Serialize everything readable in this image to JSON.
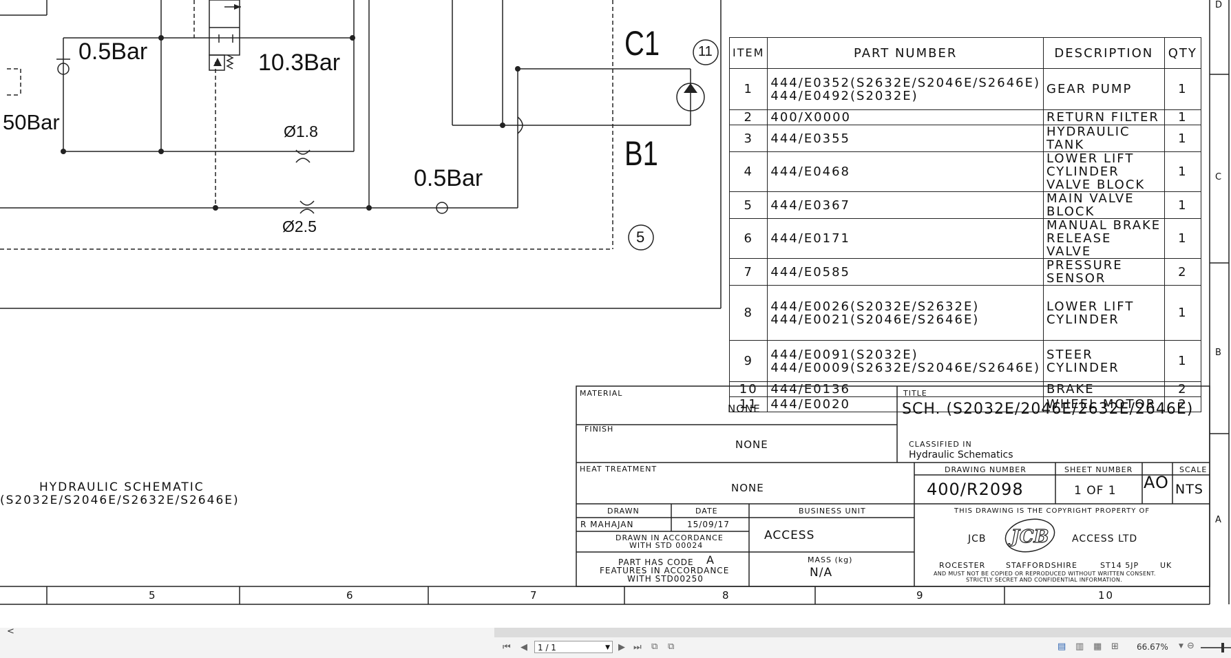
{
  "schematic": {
    "pressure_1": "0.5Bar",
    "pressure_2": "10.3Bar",
    "pressure_3": "50Bar",
    "pressure_4": "0.5Bar",
    "orifice_1": "Ø1.8",
    "orifice_2": "Ø2.5",
    "port_c1": "C1",
    "port_b1": "B1",
    "balloon_11": "11",
    "balloon_5": "5",
    "caption_line1": "HYDRAULIC SCHEMATIC",
    "caption_line2": "(S2032E/S2046E/S2632E/S2646E)"
  },
  "parts_table": {
    "headers": [
      "ITEM",
      "PART NUMBER",
      "DESCRIPTION",
      "QTY"
    ],
    "rows": [
      {
        "item": "1",
        "part": "444/E0352(S2632E/S2046E/S2646E) 444/E0492(S2032E)",
        "desc": "GEAR PUMP",
        "qty": "1"
      },
      {
        "item": "2",
        "part": "400/X0000",
        "desc": "RETURN FILTER",
        "qty": "1"
      },
      {
        "item": "3",
        "part": "444/E0355",
        "desc": "HYDRAULIC TANK",
        "qty": "1"
      },
      {
        "item": "4",
        "part": "444/E0468",
        "desc": "LOWER LIFT CYLINDER VALVE BLOCK",
        "qty": "1"
      },
      {
        "item": "5",
        "part": "444/E0367",
        "desc": "MAIN VALVE BLOCK",
        "qty": "1"
      },
      {
        "item": "6",
        "part": "444/E0171",
        "desc": "MANUAL BRAKE RELEASE VALVE",
        "qty": "1"
      },
      {
        "item": "7",
        "part": "444/E0585",
        "desc": "PRESSURE SENSOR",
        "qty": "2"
      },
      {
        "item": "8",
        "part": "444/E0026(S2032E/S2632E) 444/E0021(S2046E/S2646E)",
        "desc": "LOWER LIFT CYLINDER",
        "qty": "1"
      },
      {
        "item": "9",
        "part": "444/E0091(S2032E) 444/E0009(S2632E/S2046E/S2646E)",
        "desc": "STEER CYLINDER",
        "qty": "1"
      },
      {
        "item": "10",
        "part": "444/E0136",
        "desc": "BRAKE",
        "qty": "2"
      },
      {
        "item": "11",
        "part": "444/E0020",
        "desc": "WHEEL MOTOR",
        "qty": "2"
      }
    ]
  },
  "title_block": {
    "material_label": "MATERIAL",
    "material_value": "NONE",
    "finish_label": "FINISH",
    "finish_value": "NONE",
    "heat_label": "HEAT TREATMENT",
    "heat_value": "NONE",
    "title_label": "TITLE",
    "title_value": "SCH. (S2032E/2046E/2632E/2646E)",
    "classified_label": "CLASSIFIED IN",
    "classified_value": "Hydraulic Schematics",
    "drawing_number_label": "DRAWING NUMBER",
    "drawing_number_value": "400/R2098",
    "sheet_number_label": "SHEET NUMBER",
    "sheet_number_value": "1 OF 1",
    "size_value": "AO",
    "scale_label": "SCALE",
    "scale_value": "NTS",
    "drawn_label": "DRAWN",
    "drawn_value": "R MAHAJAN",
    "date_label": "DATE",
    "date_value": "15/09/17",
    "business_unit_label": "BUSINESS UNIT",
    "business_unit_value": "ACCESS",
    "std_line1": "DRAWN IN ACCORDANCE",
    "std_line2": "WITH STD 00024",
    "code_line1": "PART HAS CODE",
    "code_value": "A",
    "code_line2": "FEATURES IN ACCORDANCE",
    "code_line3": "WITH STD00250",
    "mass_label": "MASS (kg)",
    "mass_value": "N/A",
    "copyright_header": "THIS DRAWING IS THE COPYRIGHT PROPERTY OF",
    "company_left": "JCB",
    "logo_text": "JCB",
    "company_right": "ACCESS LTD",
    "address": [
      "ROCESTER",
      "STAFFORDSHIRE",
      "ST14 5JP",
      "UK"
    ],
    "notice_line1": "AND MUST NOT BE COPIED OR REPRODUCED WITHOUT WRITTEN CONSENT.",
    "notice_line2": "STRICTLY SECRET AND CONFIDENTIAL INFORMATION."
  },
  "grid": {
    "columns": [
      "5",
      "6",
      "7",
      "8",
      "9",
      "10"
    ],
    "rows": [
      "D",
      "C",
      "B",
      "A"
    ]
  },
  "viewer": {
    "page_indicator": "1 / 1",
    "zoom": "66.67%",
    "collapse_glyph": "<"
  }
}
